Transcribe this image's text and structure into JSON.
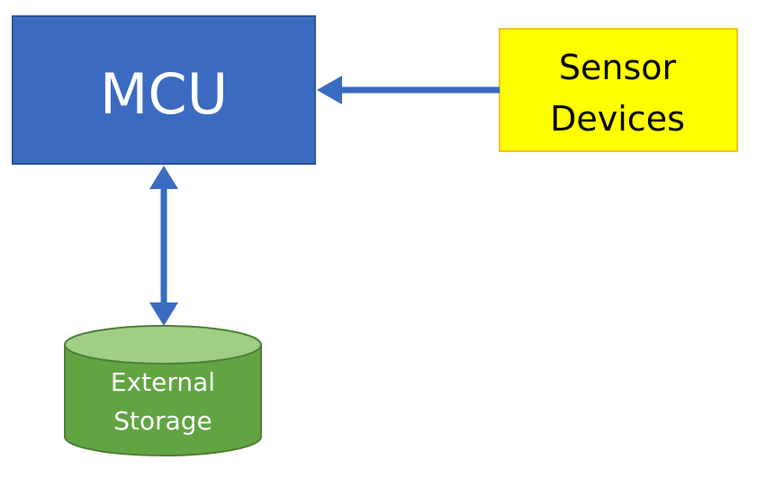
{
  "nodes": {
    "mcu": {
      "label": "MCU",
      "fill": "#3B6BC1",
      "stroke": "#2E5496",
      "text_color": "#FFFFFF"
    },
    "sensor": {
      "label_line1": "Sensor",
      "label_line2": "Devices",
      "fill": "#FFFF00",
      "stroke": "#F2C12E",
      "text_color": "#000000"
    },
    "storage": {
      "label_line1": "External",
      "label_line2": "Storage",
      "fill": "#62A442",
      "top_fill": "#A0CE85",
      "stroke": "#4E7F36",
      "text_color": "#FFFFFF"
    }
  },
  "edges": [
    {
      "from": "sensor",
      "to": "mcu",
      "direction": "one-way",
      "color": "#3B6BC1"
    },
    {
      "from": "mcu",
      "to": "storage",
      "direction": "two-way",
      "color": "#3B6BC1"
    }
  ]
}
